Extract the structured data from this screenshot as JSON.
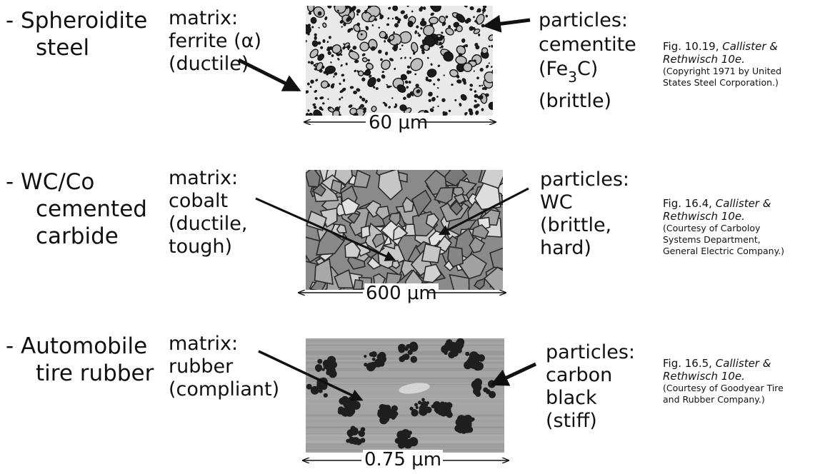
{
  "rows": [
    {
      "name_lines": [
        "- Spheroidite",
        "steel"
      ],
      "matrix_lines": [
        "matrix:",
        "ferrite (α)",
        "(ductile)"
      ],
      "particle_lines": [
        "particles:",
        "cementite",
        "(brittle)"
      ],
      "particle_formula": {
        "pre": "(Fe",
        "sub": "3",
        "post": "C)"
      },
      "scale_label": "60 μm",
      "caption": {
        "fig": "Fig. 10.19,",
        "authors": "Callister &",
        "edition": "Rethwisch 10e.",
        "credit_lines": [
          "(Copyright 1971 by United",
          "States Steel Corporation.)"
        ]
      },
      "image_texture": "spheroidite"
    },
    {
      "name_lines": [
        "- WC/Co",
        "cemented",
        "carbide"
      ],
      "matrix_lines": [
        "matrix:",
        "cobalt",
        "(ductile,",
        "tough)"
      ],
      "particle_lines": [
        "particles:",
        "WC",
        "(brittle,",
        "hard)"
      ],
      "scale_label": "600 μm",
      "caption": {
        "fig": "Fig. 16.4,",
        "authors": "Callister &",
        "edition": "Rethwisch 10e.",
        "credit_lines": [
          "(Courtesy of Carboloy",
          "Systems Department,",
          "General Electric Company.)"
        ]
      },
      "image_texture": "cemented-carbide"
    },
    {
      "name_lines": [
        "- Automobile",
        "tire rubber"
      ],
      "matrix_lines": [
        "matrix:",
        "rubber",
        "(compliant)"
      ],
      "particle_lines": [
        "particles:",
        "carbon",
        "black",
        "(stiff)"
      ],
      "scale_label": "0.75 μm",
      "caption": {
        "fig": "Fig. 16.5,",
        "authors": "Callister &",
        "edition": "Rethwisch 10e.",
        "credit_lines": [
          "(Courtesy of Goodyear Tire",
          "and Rubber Company.)"
        ]
      },
      "image_texture": "carbon-black-rubber"
    }
  ]
}
